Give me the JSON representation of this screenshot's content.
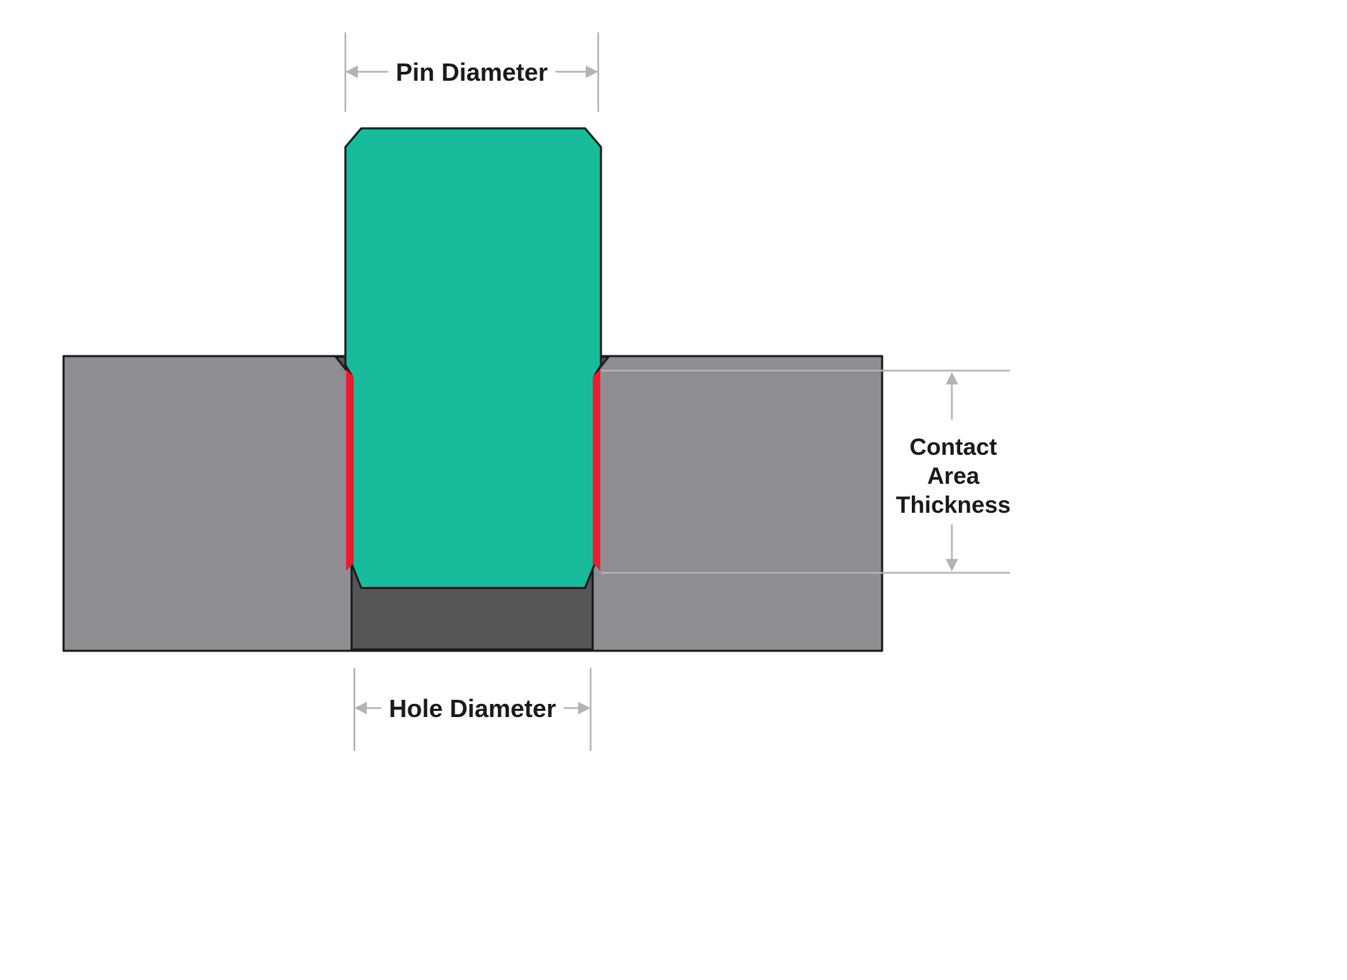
{
  "diagram": {
    "title": "Pin and hole cross-section with contact area",
    "labels": {
      "pin_diameter": "Pin Diameter",
      "hole_diameter": "Hole Diameter",
      "contact_lines": [
        "Contact",
        "Area",
        "Thickness"
      ]
    },
    "colors": {
      "pin": "#18BC9C",
      "plate": "#8E8E92",
      "hole": "#565658",
      "contact_highlight": "#EC1C2E",
      "dimension": "#B3B3B3",
      "outline": "#1A1A1A",
      "label_text": "#1A1A1A",
      "background": "#FFFFFF"
    }
  }
}
